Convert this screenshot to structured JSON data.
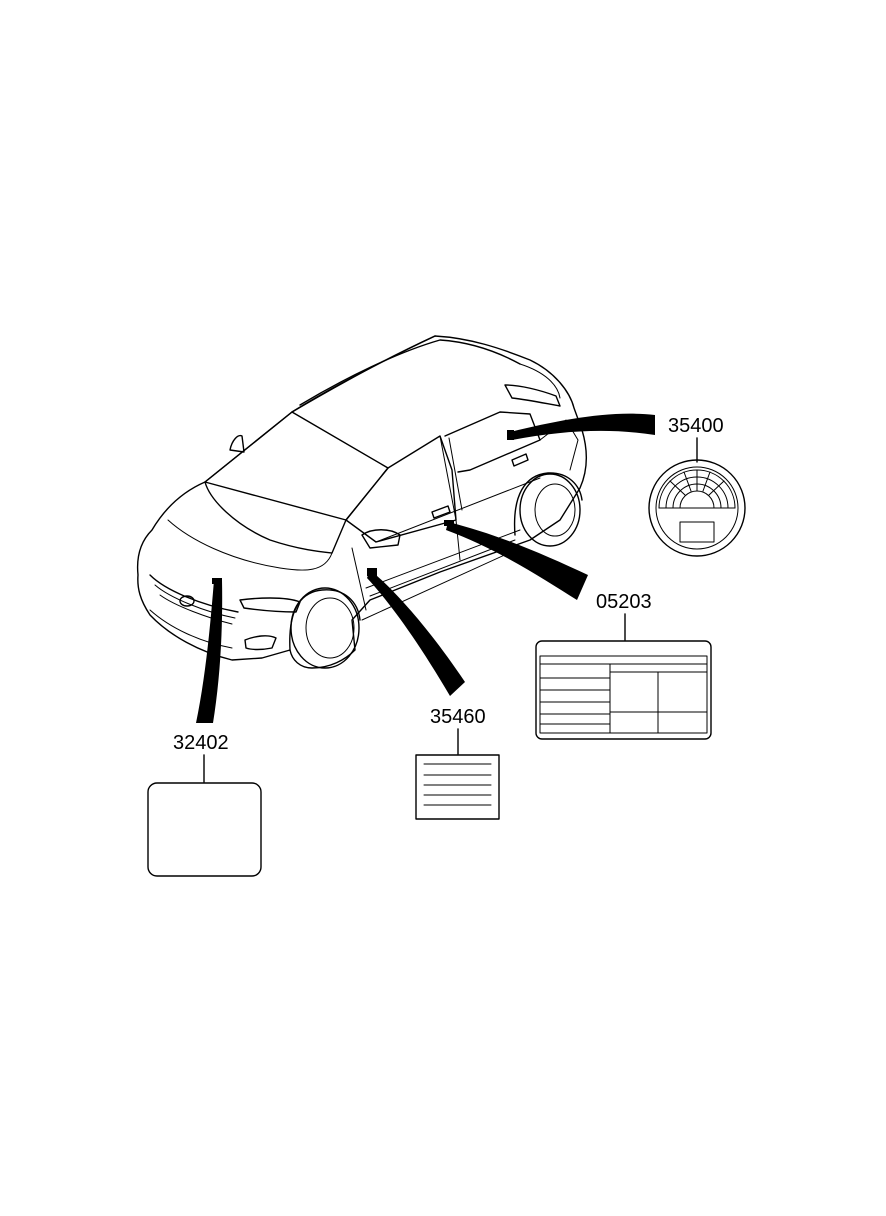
{
  "parts": [
    {
      "id": "35400",
      "label": "35400",
      "item": "circular-label"
    },
    {
      "id": "05203",
      "label": "05203",
      "item": "tire-info-label"
    },
    {
      "id": "35460",
      "label": "35460",
      "item": "lined-label"
    },
    {
      "id": "32402",
      "label": "32402",
      "item": "blank-label"
    }
  ]
}
